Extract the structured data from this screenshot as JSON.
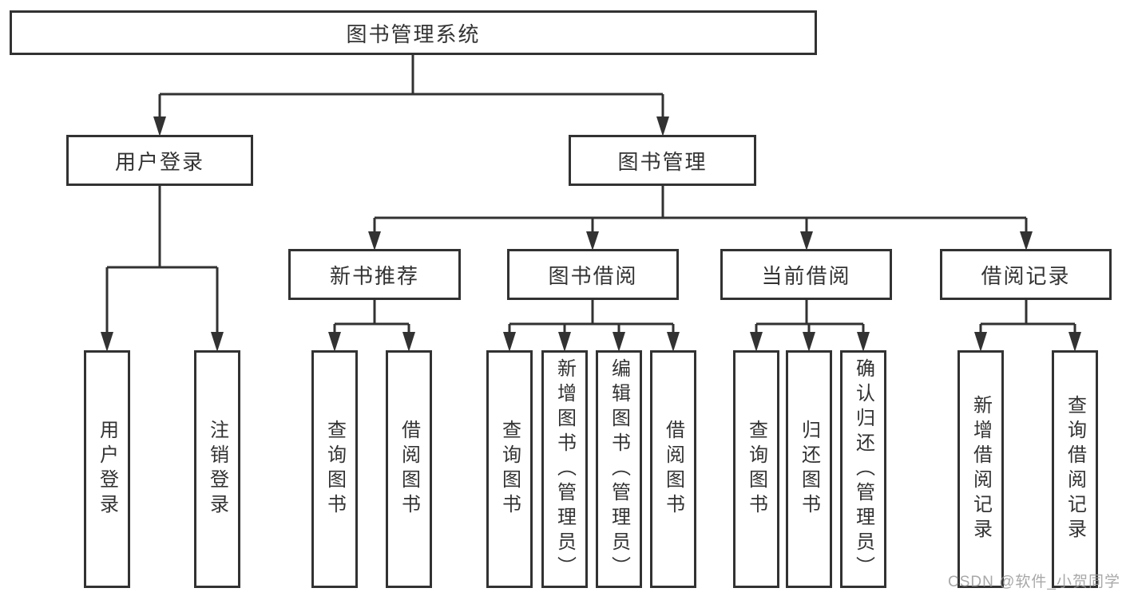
{
  "colors": {
    "line": "#323232",
    "text": "#333333",
    "box_background": "#ffffff",
    "watermark": "#999999"
  },
  "tree": {
    "root": {
      "label": "图书管理系统",
      "children": [
        {
          "label": "用户登录",
          "children": [
            {
              "label": "用户登录"
            },
            {
              "label": "注销登录"
            }
          ]
        },
        {
          "label": "图书管理",
          "children": [
            {
              "label": "新书推荐",
              "children": [
                {
                  "label": "查询图书"
                },
                {
                  "label": "借阅图书"
                }
              ]
            },
            {
              "label": "图书借阅",
              "children": [
                {
                  "label": "查询图书"
                },
                {
                  "label": "新增图书（管理员）"
                },
                {
                  "label": "编辑图书（管理员）"
                },
                {
                  "label": "借阅图书"
                }
              ]
            },
            {
              "label": "当前借阅",
              "children": [
                {
                  "label": "查询图书"
                },
                {
                  "label": "归还图书"
                },
                {
                  "label": "确认归还（管理员）"
                }
              ]
            },
            {
              "label": "借阅记录",
              "children": [
                {
                  "label": "新增借阅记录"
                },
                {
                  "label": "查询借阅记录"
                }
              ]
            }
          ]
        }
      ]
    }
  },
  "watermark": {
    "text": "CSDN @软件_小贺同学"
  }
}
